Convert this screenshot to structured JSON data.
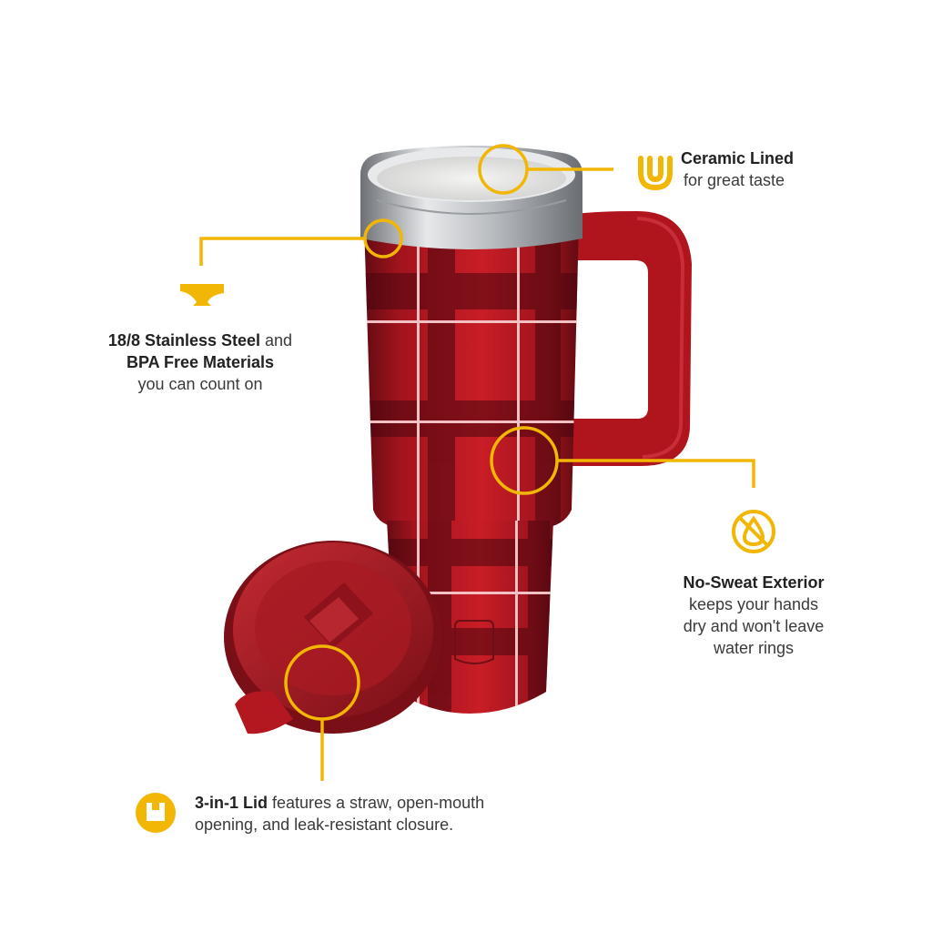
{
  "colors": {
    "accent": "#f2b705",
    "tumbler_red": "#b3171f",
    "tumbler_dark": "#6e0e16",
    "lid_red": "#a01a24",
    "steel": "#c9ccd0",
    "text": "#3a3a3a"
  },
  "callouts": {
    "ceramic": {
      "title": "Ceramic Lined",
      "text": "for great taste",
      "icon": "ceramic-u-icon"
    },
    "steel": {
      "title1": "18/8 Stainless Steel",
      "join": " and",
      "title2": "BPA Free Materials",
      "text": "you can count on",
      "icon": "anvil-icon"
    },
    "sweat": {
      "title": "No-Sweat Exterior",
      "line1": "keeps your hands",
      "line2": "dry and won't leave",
      "line3": "water rings",
      "icon": "no-drop-icon"
    },
    "lid": {
      "title": "3-in-1 Lid",
      "line1": " features a straw, open-mouth",
      "line2": "opening, and leak-resistant closure.",
      "icon": "lid-icon"
    }
  }
}
